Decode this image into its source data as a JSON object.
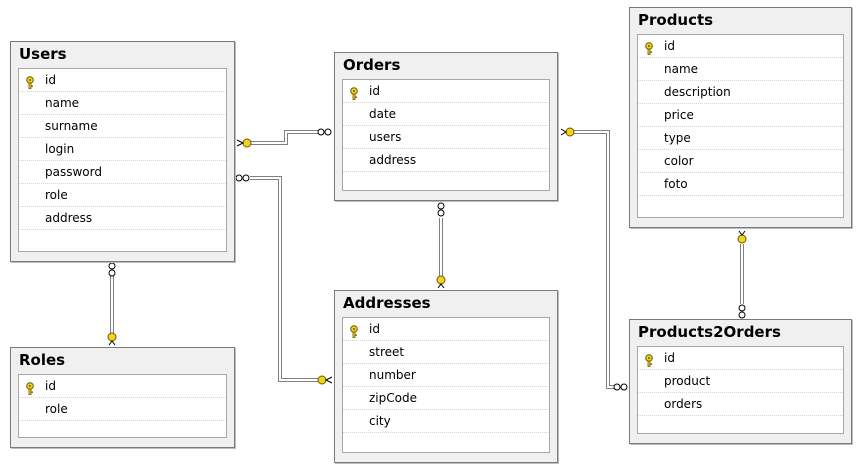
{
  "tables": {
    "users": {
      "title": "Users",
      "columns": [
        "id",
        "name",
        "surname",
        "login",
        "password",
        "role",
        "address"
      ],
      "primary_key": "id"
    },
    "orders": {
      "title": "Orders",
      "columns": [
        "id",
        "date",
        "users",
        "address"
      ],
      "primary_key": "id"
    },
    "products": {
      "title": "Products",
      "columns": [
        "id",
        "name",
        "description",
        "price",
        "type",
        "color",
        "foto"
      ],
      "primary_key": "id"
    },
    "roles": {
      "title": "Roles",
      "columns": [
        "id",
        "role"
      ],
      "primary_key": "id"
    },
    "addresses": {
      "title": "Addresses",
      "columns": [
        "id",
        "street",
        "number",
        "zipCode",
        "city"
      ],
      "primary_key": "id"
    },
    "products2orders": {
      "title": "Products2Orders",
      "columns": [
        "id",
        "product",
        "orders"
      ],
      "primary_key": "id"
    }
  },
  "relationships": [
    {
      "from": "orders",
      "to": "users",
      "one_end": "users",
      "many_end": "orders"
    },
    {
      "from": "users",
      "to": "addresses",
      "one_end": "addresses",
      "many_end": "users"
    },
    {
      "from": "users",
      "to": "roles",
      "one_end": "roles",
      "many_end": "users"
    },
    {
      "from": "orders",
      "to": "addresses",
      "one_end": "addresses",
      "many_end": "orders"
    },
    {
      "from": "products2orders",
      "to": "orders",
      "one_end": "orders",
      "many_end": "products2orders"
    },
    {
      "from": "products2orders",
      "to": "products",
      "one_end": "products",
      "many_end": "products2orders"
    }
  ],
  "icons": {
    "key": "key-icon",
    "one_end": "key-connector-icon",
    "many_end": "infinity-connector-icon"
  },
  "colors": {
    "key": "#f2d21b",
    "line": "#808080",
    "table_bg": "#f0f0f0"
  }
}
